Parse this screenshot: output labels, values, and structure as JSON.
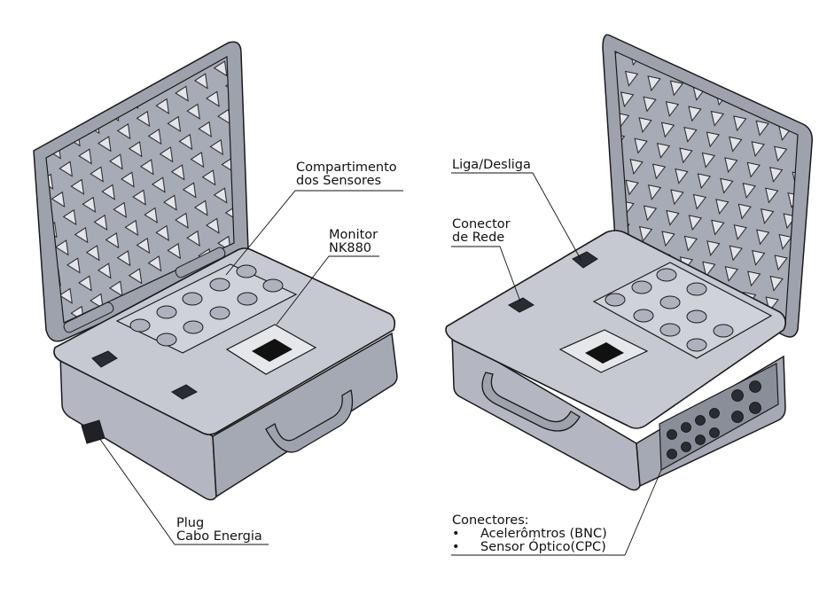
{
  "labels": {
    "compartimento": [
      "Compartimento",
      "dos Sensores"
    ],
    "monitor": [
      "Monitor",
      "NK880"
    ],
    "plug": [
      "Plug",
      "Cabo Energia"
    ],
    "liga": [
      "Liga/Desliga"
    ],
    "conector_rede": [
      "Conector",
      "de Rede"
    ],
    "conectores_title": "Conectores:",
    "conectores_items": [
      "Acelerômtros (BNC)",
      "Sensor Óptico(CPC)"
    ]
  },
  "colors": {
    "case_body": "#bfc2cc",
    "case_dark": "#8a8e99",
    "lid_inner": "#a7abb5",
    "foam_block": "#d6d8de",
    "outline": "#1a1a1a"
  }
}
